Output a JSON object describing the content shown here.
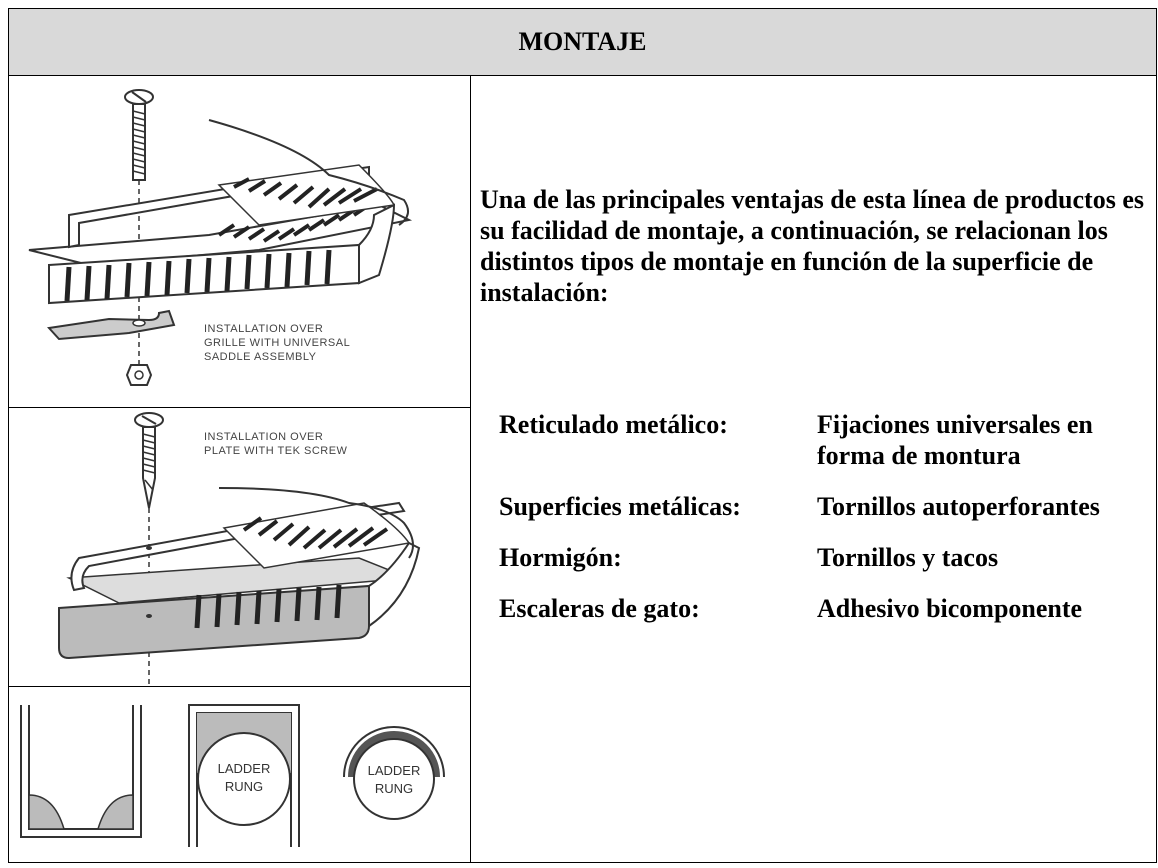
{
  "header": {
    "title": "MONTAJE"
  },
  "figures": {
    "saddle_caption": [
      "INSTALLATION OVER",
      "GRILLE WITH UNIVERSAL",
      "SADDLE ASSEMBLY"
    ],
    "tek_caption": [
      "INSTALLATION OVER",
      "PLATE WITH TEK SCREW"
    ],
    "ladder_label": [
      "LADDER",
      "RUNG"
    ]
  },
  "intro_text": "Una de las principales ventajas de esta línea de productos es su facilidad de montaje, a continuación, se relacionan los distintos tipos de montaje en función de la superficie de instalación:",
  "mounting_types": [
    {
      "surface": "Reticulado metálico:",
      "fixing": "Fijaciones universales en forma de montura"
    },
    {
      "surface": "Superficies metálicas:",
      "fixing": "Tornillos autoperforantes"
    },
    {
      "surface": "Hormigón:",
      "fixing": "Tornillos y tacos"
    },
    {
      "surface": "Escaleras de gato:",
      "fixing": "Adhesivo bicomponente"
    }
  ]
}
